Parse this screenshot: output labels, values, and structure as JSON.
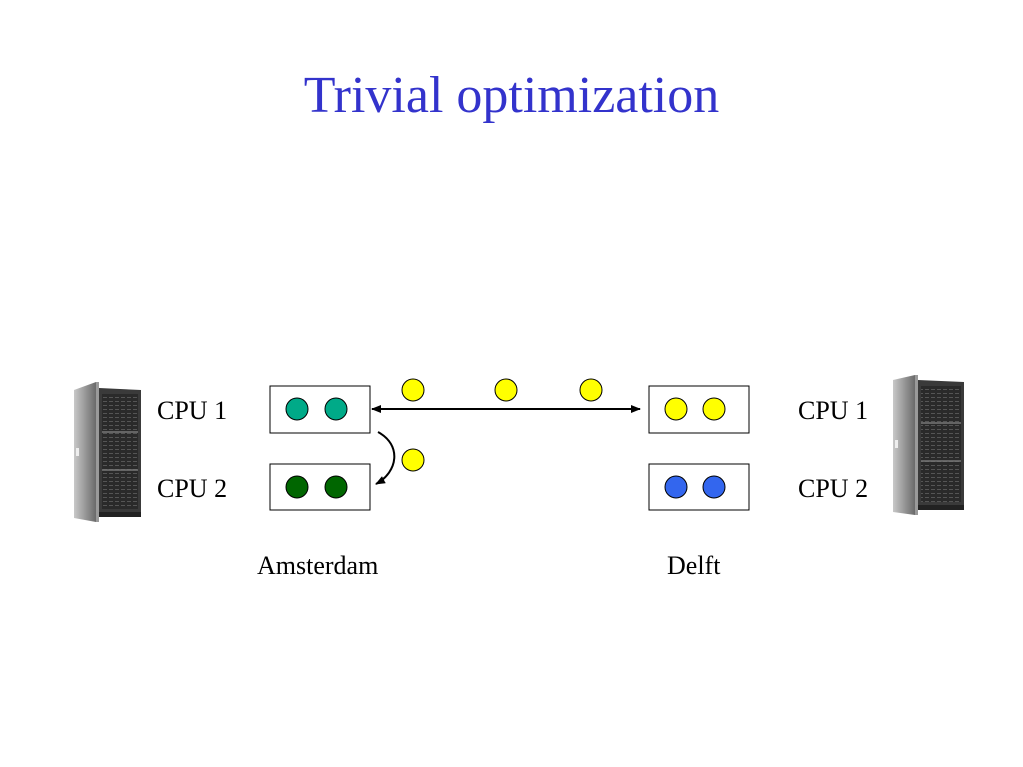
{
  "slide": {
    "title": "Trivial optimization"
  },
  "amsterdam": {
    "site_label": "Amsterdam",
    "cpu1_label": "CPU 1",
    "cpu2_label": "CPU 2",
    "cpu1_job_color": "#00aa88",
    "cpu2_job_color": "#006600"
  },
  "delft": {
    "site_label": "Delft",
    "cpu1_label": "CPU 1",
    "cpu2_label": "CPU 2",
    "cpu1_job_color": "#ffff00",
    "cpu2_job_color": "#3366ee"
  },
  "transfer": {
    "job_color": "#ffff00",
    "icon": "server-rack-icon"
  }
}
